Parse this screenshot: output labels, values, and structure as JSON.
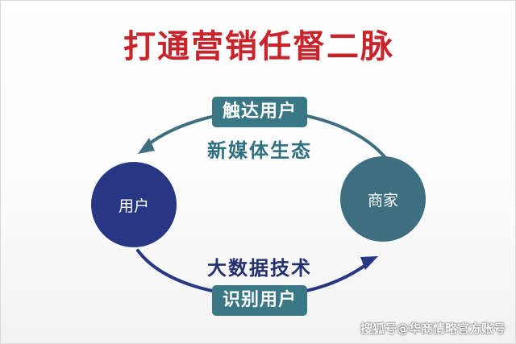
{
  "title": "打通营销任督二脉",
  "nodes": {
    "user": "用户",
    "merchant": "商家"
  },
  "top_flow": {
    "pill": "触达用户",
    "caption": "新媒体生态"
  },
  "bottom_flow": {
    "pill": "识别用户",
    "caption": "大数据技术"
  },
  "watermark": "搜狐号@华商情略官方账号",
  "colors": {
    "title": "#c8242c",
    "user_node": "#273783",
    "merchant_node": "#3d6f80",
    "pill": "#3a7785",
    "arrow_top": "#3d6f80",
    "arrow_bottom": "#273783"
  }
}
